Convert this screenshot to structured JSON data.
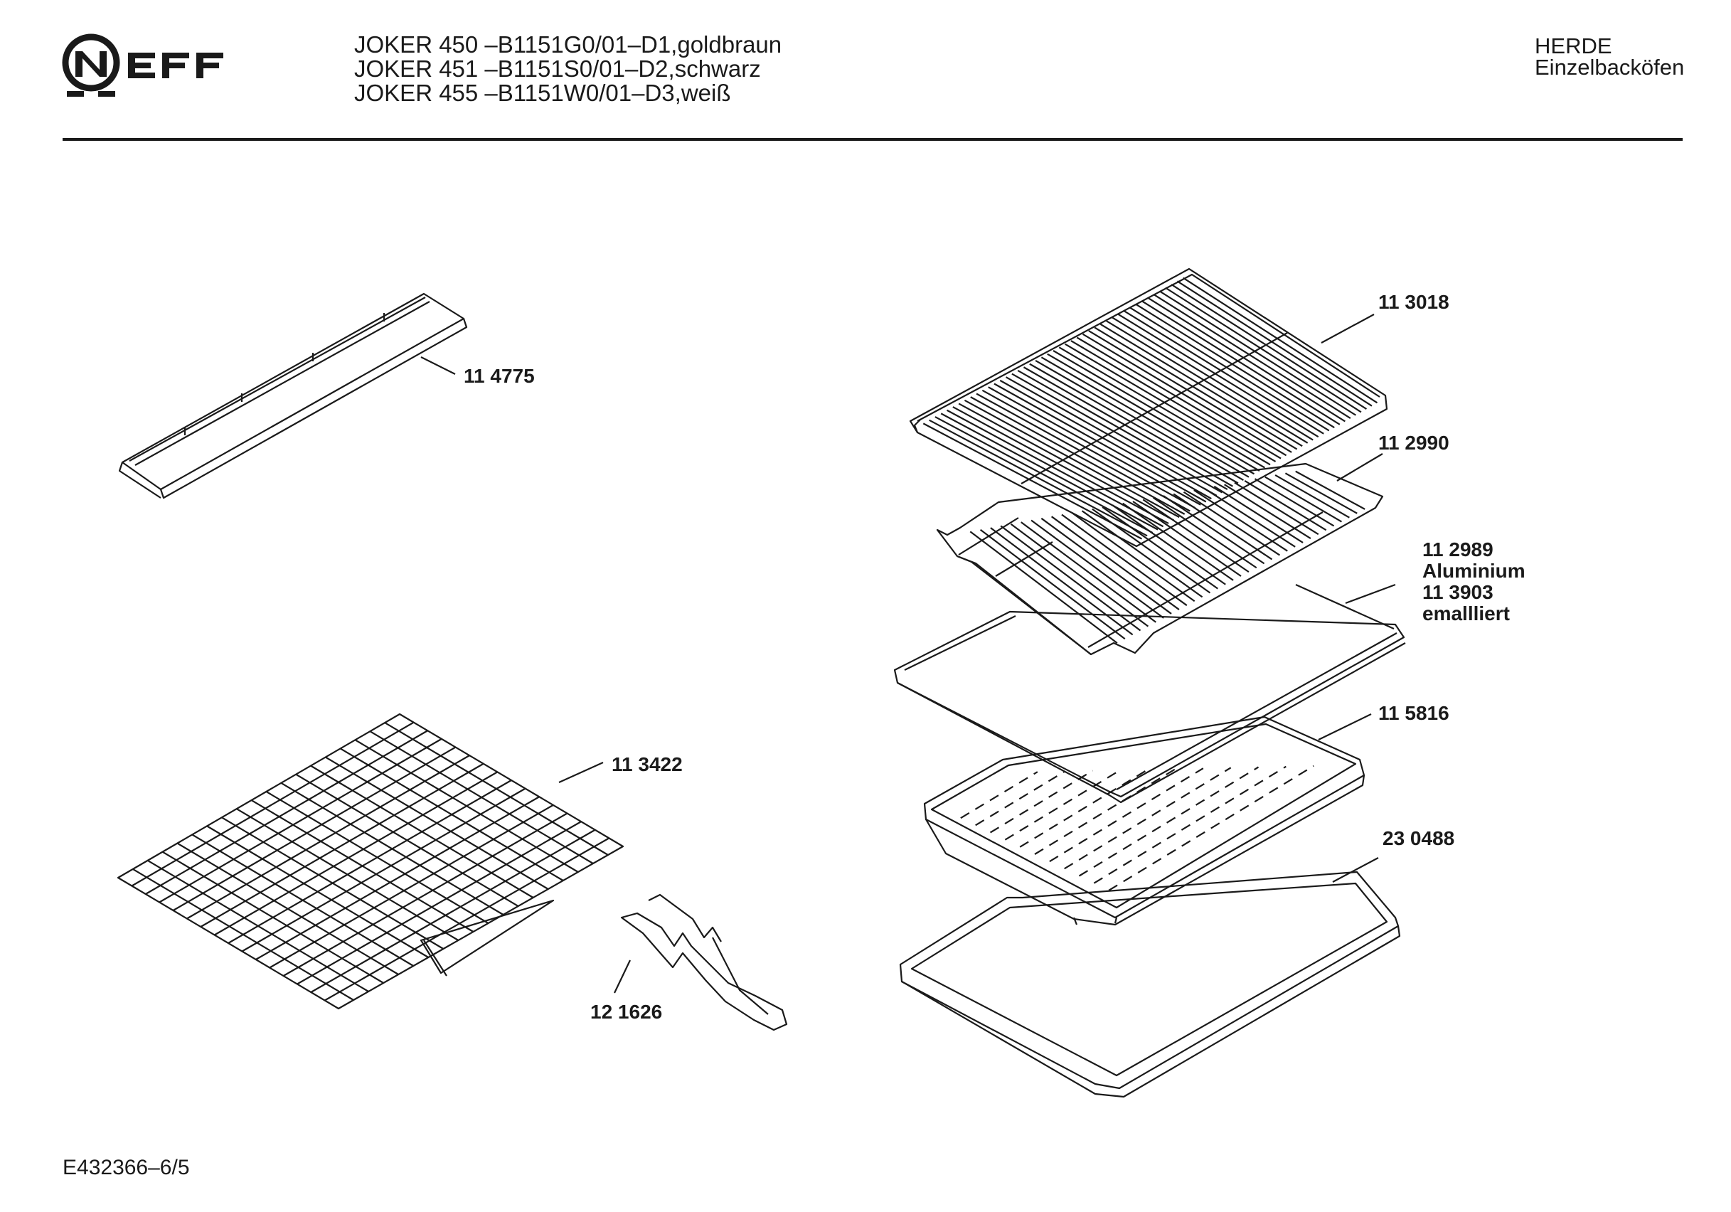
{
  "header": {
    "brand": "NEFF",
    "model_lines": [
      "JOKER 450 –B1151G0/01–D1,goldbraun",
      "JOKER 451 –B1151S0/01–D2,schwarz",
      "JOKER 455 –B1151W0/01–D3,weiß"
    ],
    "category": "HERDE",
    "subcategory": "Einzelbacköfen"
  },
  "parts": [
    {
      "number": "11 4775"
    },
    {
      "number": "11 3018"
    },
    {
      "number": "11 2990"
    },
    {
      "number": "11 2989",
      "note": "Aluminium"
    },
    {
      "number": "11 3903",
      "note": "emallliert"
    },
    {
      "number": "11 5816"
    },
    {
      "number": "11 3422"
    },
    {
      "number": "23 0488"
    },
    {
      "number": "12 1626"
    }
  ],
  "footer": {
    "code": "E432366–6/5"
  },
  "colors": {
    "ink": "#1a1a1a",
    "paper": "#ffffff"
  }
}
